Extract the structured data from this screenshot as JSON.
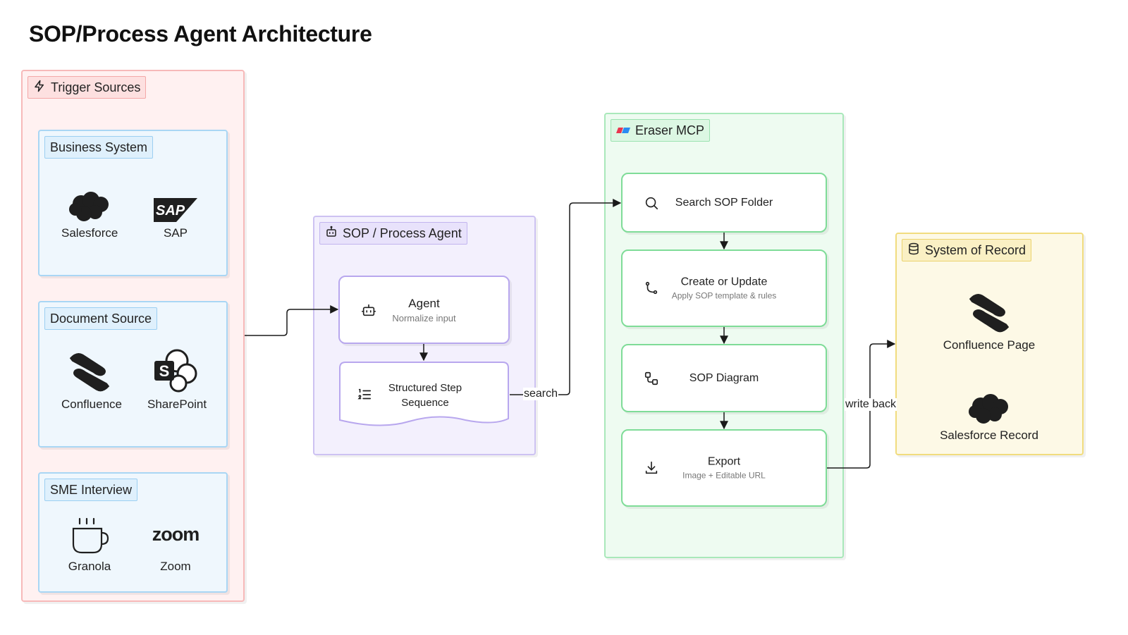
{
  "title": "SOP/Process Agent Architecture",
  "trigger": {
    "label": "Trigger Sources",
    "groups": [
      {
        "label": "Business System",
        "items": [
          "Salesforce",
          "SAP"
        ]
      },
      {
        "label": "Document Source",
        "items": [
          "Confluence",
          "SharePoint"
        ]
      },
      {
        "label": "SME Interview",
        "items": [
          "Granola",
          "Zoom"
        ]
      }
    ]
  },
  "agent": {
    "label": "SOP / Process Agent",
    "node1": {
      "title": "Agent",
      "subtitle": "Normalize input"
    },
    "node2": {
      "title": "Structured Step Sequence"
    }
  },
  "eraser": {
    "label": "Eraser MCP",
    "nodes": [
      {
        "title": "Search SOP Folder",
        "subtitle": ""
      },
      {
        "title": "Create or Update",
        "subtitle": "Apply SOP template & rules"
      },
      {
        "title": "SOP Diagram",
        "subtitle": ""
      },
      {
        "title": "Export",
        "subtitle": "Image + Editable URL"
      }
    ]
  },
  "record": {
    "label": "System of Record",
    "items": [
      "Confluence Page",
      "Salesforce Record"
    ]
  },
  "edges": {
    "search": "search",
    "write_back": "write back"
  },
  "logos": {
    "sap": "SAP",
    "zoom": "zoom",
    "sharepoint": "S"
  },
  "icons": {
    "trigger": "lightning-icon",
    "agent_group": "robot-icon",
    "eraser": "eraser-logo-icon",
    "record": "database-icon"
  },
  "colors": {
    "red": "#fff1f1",
    "blue": "#eff7fd",
    "purple": "#f3f0fd",
    "green": "#eefbf1",
    "yellow": "#fdf9e6"
  }
}
